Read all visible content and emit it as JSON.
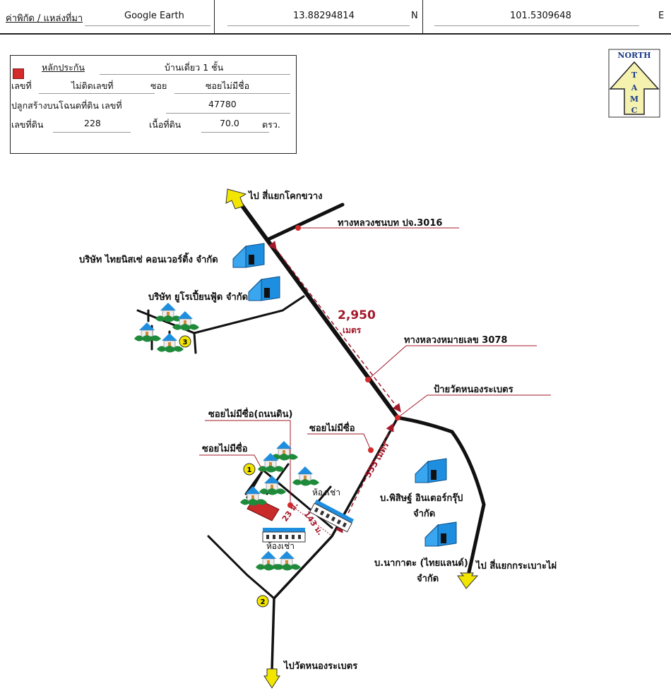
{
  "header": {
    "source_label": "ค่าพิกัด / แหล่งที่มา",
    "source_value": "Google Earth",
    "latitude": "13.88294814",
    "lat_unit": "N",
    "longitude": "101.5309648",
    "lon_unit": "E"
  },
  "info": {
    "collateral_label": "หลักประกัน",
    "collateral_value": "บ้านเดี่ยว 1 ชั้น",
    "house_no_label": "เลขที่",
    "house_no_value": "ไม่ติดเลขที่",
    "soi_label": "ซอย",
    "soi_value": "ซอยไม่มีชื่อ",
    "deed_label": "ปลูกสร้างบนโฉนดที่ดิน เลขที่",
    "deed_value": "47780",
    "land_no_label": "เลขที่ดิน",
    "land_no_value": "228",
    "area_label": "เนื้อที่ดิน",
    "area_value": "70.0",
    "area_unit": "ตรว.",
    "marker_color": "#d42a2a"
  },
  "north_logo": {
    "text": "NORTH",
    "letters": "TAMC"
  },
  "map": {
    "to_top": "ไป สี่แยกโคกขวาง",
    "road_3016": "ทางหลวงชนบท ปจ.3016",
    "company_1": "บริษัท ไทยนิสเซ่ คอนเวอร์ติ้ง จำกัด",
    "company_2": "บริษัท ยูโรเปี้ยนฟู้ด จำกัด",
    "distance_main": "2,950",
    "distance_main_unit": "เมตร",
    "road_3078": "ทางหลวงหมายเลข 3078",
    "temple_sign": "ป้ายวัดหนองระเบตร",
    "soi_dirt": "ซอยไม่มีซื่อ(ถนนดิน)",
    "soi_unnamed_1": "ซอยไม่มีซื่อ",
    "soi_unnamed_2": "ซอยไม่มีซื่อ",
    "distance_555": "555 เมตร",
    "rental_1": "ห้องเช่า",
    "rental_2": "ห้องเช่า",
    "distance_23": "23 ม.",
    "distance_143": "143 ม.",
    "company_3_line1": "บ.พิสิษฐ์ อินเตอร์กรุ๊ป",
    "company_3_line2": "จำกัด",
    "company_4_line1": "บ.นากาตะ (ไทยแลนด์)",
    "company_4_line2": "จำกัด",
    "to_right": "ไป สี่แยกกระเบาะไผ่",
    "to_bottom": "ไปวัดหนองระเบตร",
    "marker_1": "1",
    "marker_2": "2",
    "marker_3": "3",
    "road_color": "#111111",
    "accent_red": "#a3182a",
    "building_blue": "#1e8fe0",
    "arrow_yellow": "#f2e600"
  }
}
